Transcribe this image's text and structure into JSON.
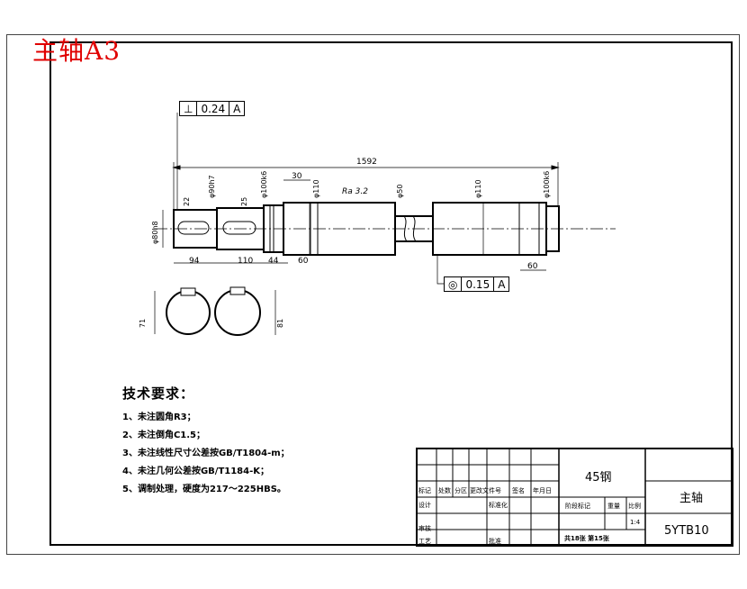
{
  "page_label": "主轴A3",
  "tolerance_frames": {
    "perpendicularity": {
      "symbol": "⊥",
      "value": "0.24",
      "datum": "A"
    },
    "concentricity": {
      "symbol": "◎",
      "value": "0.15",
      "datum": "A"
    }
  },
  "dimensions": {
    "overall_length": "1592",
    "d_left_journal": "φ90h7",
    "d_second": "φ100k6",
    "d_110a": "φ110",
    "d_110b": "φ110",
    "d_50": "φ50",
    "d_right": "φ100k6",
    "d_80": "φ80h8",
    "len_94": "94",
    "len_110": "110",
    "len_44": "44",
    "len_60a": "60",
    "len_60b": "60",
    "len_30": "30",
    "len_22": "22",
    "len_25": "25",
    "roughness_ra32": "Ra 3.2",
    "sec_71": "71",
    "sec_81": "81"
  },
  "tech_requirements": {
    "title": "技术要求：",
    "items": [
      "1、未注圆角R3；",
      "2、未注倒角C1.5；",
      "3、未注线性尺寸公差按GB/T1804-m；",
      "4、未注几何公差按GB/T1184-K；",
      "5、调制处理，硬度为217～225HBS。"
    ]
  },
  "title_block": {
    "material": "45钢",
    "part_name": "主轴",
    "drawing_no": "5YTB10",
    "sheet_info": "共18张 第15张",
    "scale": "1:4",
    "row_labels": {
      "mark": "标记",
      "count": "处数",
      "zone": "分区",
      "doc_no": "更改文件号",
      "sign": "签名",
      "date": "年月日",
      "design": "设计",
      "standardize": "标准化",
      "stage_mark": "阶段标记",
      "weight": "重量",
      "scale_label": "比例",
      "check": "审核",
      "process": "工艺",
      "approve": "批准"
    }
  }
}
